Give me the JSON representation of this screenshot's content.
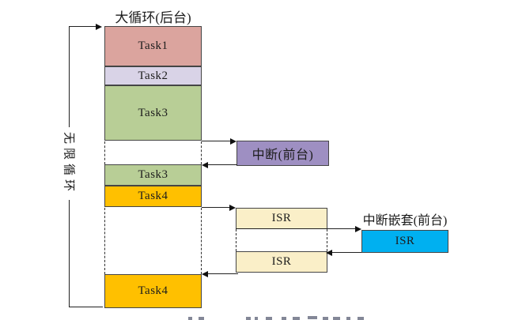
{
  "diagram": {
    "title": "大循环(后台)",
    "loop_label": "无限循环",
    "background_tasks": [
      {
        "label": "Task1",
        "color": "#dba49e"
      },
      {
        "label": "Task2",
        "color": "#d9d3e7"
      },
      {
        "label": "Task3",
        "color": "#b8ce96"
      },
      {
        "label": "Task3",
        "color": "#b8ce96"
      },
      {
        "label": "Task4",
        "color": "#ffc000"
      },
      {
        "label": "Task4",
        "color": "#ffc000"
      }
    ],
    "interrupt": {
      "label": "中断(前台)",
      "color": "#9e8fc2"
    },
    "isr_sequence": [
      {
        "label": "ISR",
        "color": "#faefc8"
      },
      {
        "label": "ISR",
        "color": "#faefc8"
      }
    ],
    "nested_interrupt": {
      "title": "中断嵌套(前台)",
      "isr_label": "ISR",
      "color": "#00b0f0"
    },
    "line_color": "#212121",
    "block_border_color": "#454545"
  }
}
